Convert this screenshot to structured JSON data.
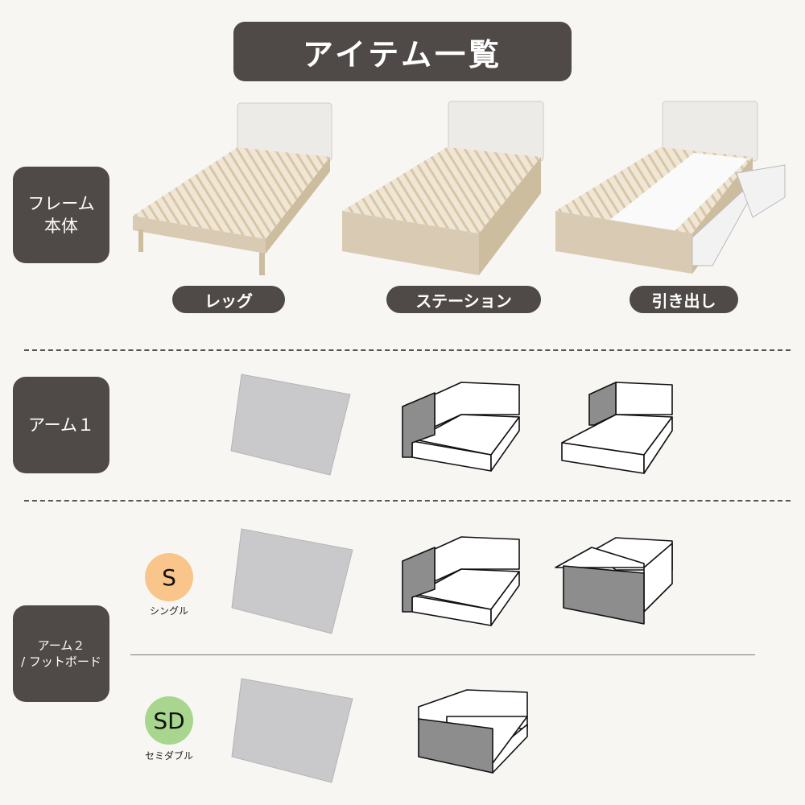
{
  "title": "アイテム一覧",
  "categories": {
    "frame": [
      "フレーム",
      "本体"
    ],
    "arm1": "アーム１",
    "arm2": [
      "アーム２",
      "/ フットボード"
    ]
  },
  "frame_types": [
    "レッグ",
    "ステーション",
    "引き出し"
  ],
  "sizes": [
    {
      "code": "S",
      "label": "シングル",
      "color": "#f9c58a"
    },
    {
      "code": "SD",
      "label": "セミダブル",
      "color": "#a9d68f"
    }
  ],
  "colors": {
    "dark": "#4f4a48",
    "wood": "#d9cbb3",
    "pad": "#c9c9cc",
    "arm": "#8d8d8d"
  }
}
